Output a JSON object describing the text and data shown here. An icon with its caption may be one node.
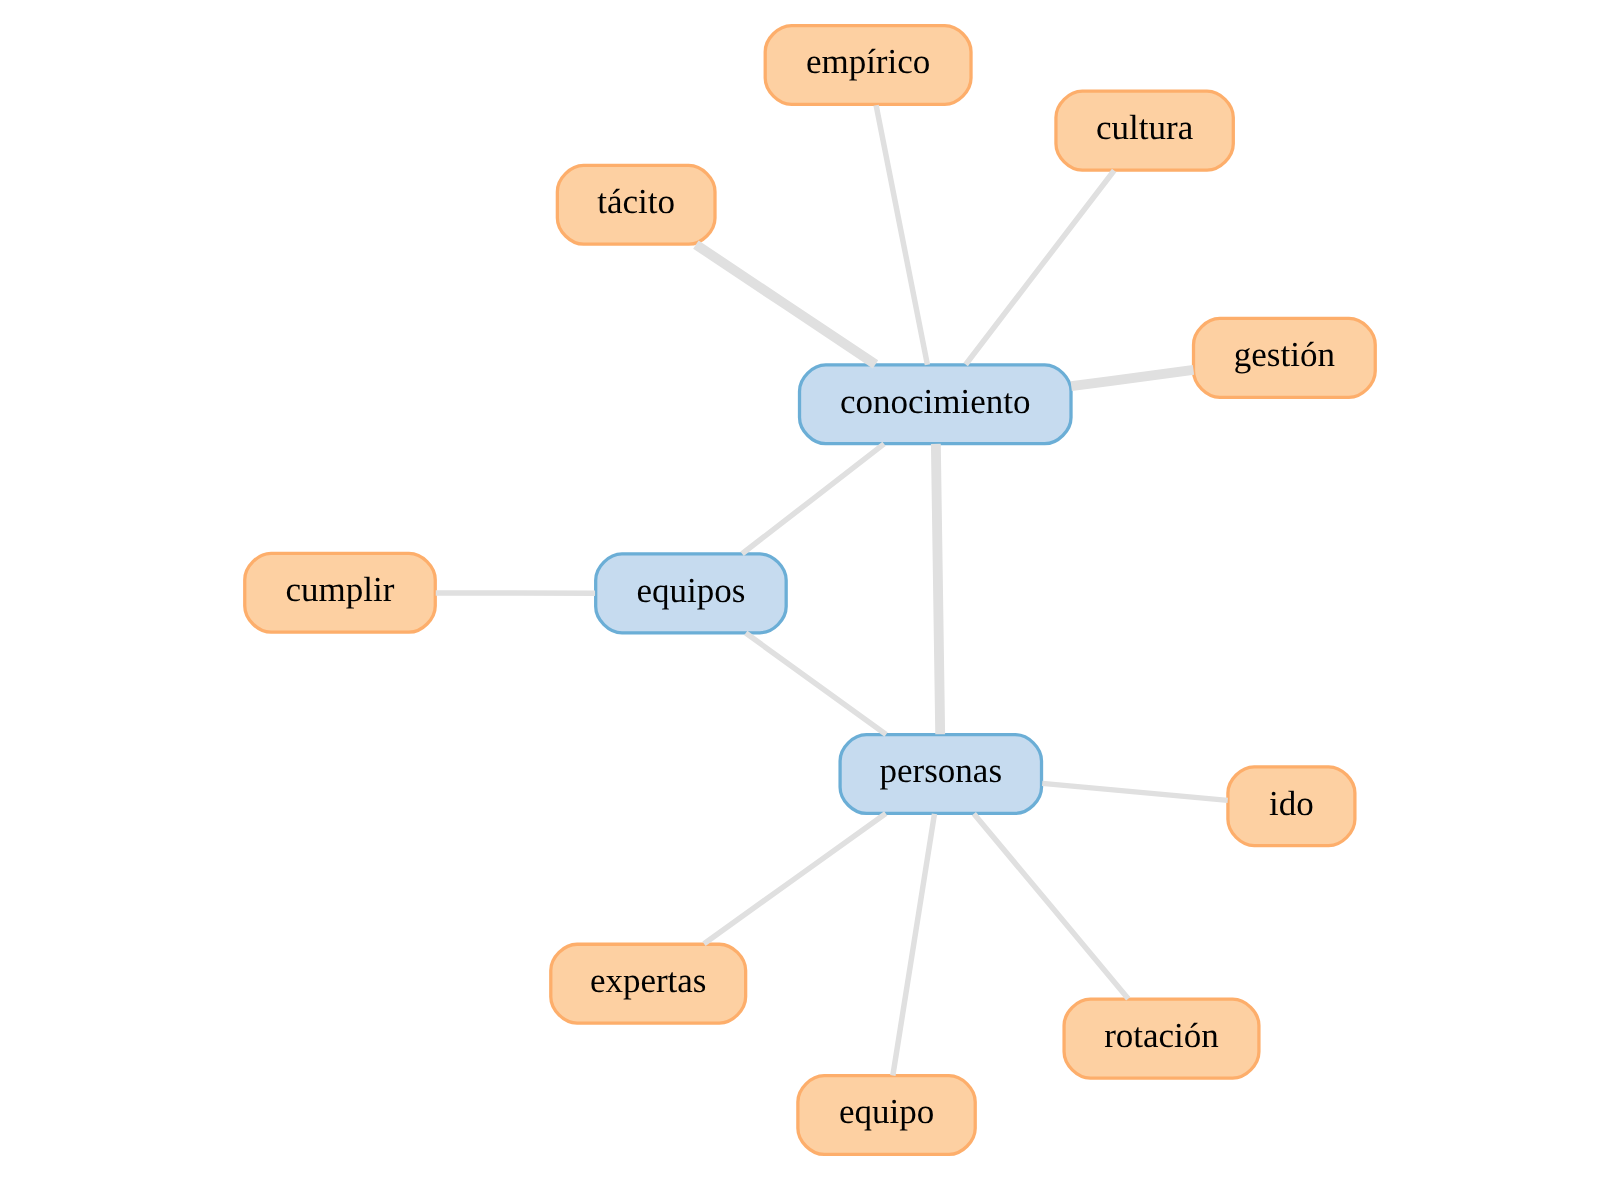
{
  "diagram": {
    "nodes": [
      {
        "text": [
          "tácito"
        ]
      },
      {
        "text": [
          "gestión"
        ]
      },
      {
        "text": [
          "conocimiento"
        ]
      },
      {
        "text": [
          "empírico"
        ]
      },
      {
        "text": [
          "cultura"
        ]
      },
      {
        "text": [
          "cumplir"
        ]
      },
      {
        "text": [
          "equipos"
        ]
      },
      {
        "text": [
          "rotación"
        ]
      },
      {
        "text": [
          "equipo"
        ]
      },
      {
        "text": [
          "personas"
        ]
      },
      {
        "text": [
          "ido"
        ]
      },
      {
        "text": [
          "expertas"
        ]
      }
    ],
    "edges": [
      {
        "from": 2,
        "to": 1,
        "arrow": "none",
        "style": "thick"
      },
      {
        "from": 2,
        "to": 0,
        "arrow": "none",
        "style": "thick"
      },
      {
        "from": 2,
        "to": 3,
        "arrow": "none"
      },
      {
        "from": 2,
        "to": 4,
        "arrow": "none"
      },
      {
        "from": 2,
        "to": 6,
        "arrow": "none"
      },
      {
        "from": 2,
        "to": 9,
        "arrow": "none",
        "style": "thick"
      },
      {
        "from": 6,
        "to": 5,
        "arrow": "none"
      },
      {
        "from": 6,
        "to": 9,
        "arrow": "none"
      },
      {
        "from": 9,
        "to": 7,
        "arrow": "none"
      },
      {
        "from": 9,
        "to": 8,
        "arrow": "none"
      },
      {
        "from": 9,
        "to": 10,
        "arrow": "none"
      },
      {
        "from": 9,
        "to": 11,
        "arrow": "none"
      }
    ]
  }
}
